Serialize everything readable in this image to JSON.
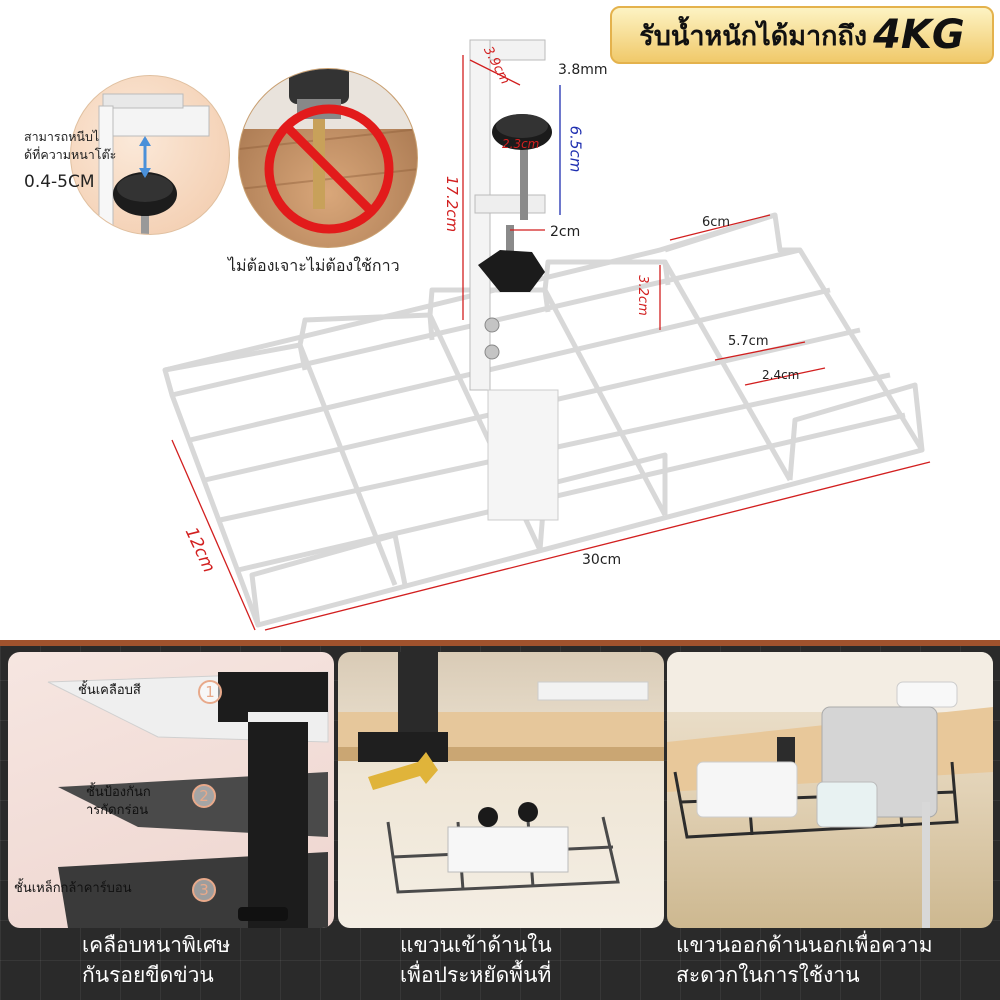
{
  "header": {
    "weight_text": "รับน้ำหนักได้มากถึง",
    "weight_value": "4KG"
  },
  "features": {
    "clamp_note": "สามารถหนีบไ\nด้ที่ความหนาโต๊ะ",
    "clamp_range": "0.4-5CM",
    "no_drill_note": "ไม่ต้องเจาะไม่ต้องใช้กาว"
  },
  "dimensions": {
    "bracket_top_depth": "3.9cm",
    "bracket_thickness": "3.8mm",
    "bracket_height": "17.2cm",
    "knob_diameter": "2.3cm",
    "knob_travel": "6.5cm",
    "bracket_gap": "2cm",
    "wire_spacing": "6cm",
    "side_height": "3.2cm",
    "inner_spacing": "5.7cm",
    "end_spacing": "2.4cm",
    "tray_width": "12cm",
    "tray_length": "30cm"
  },
  "panels": [
    {
      "layers": [
        {
          "num": "1",
          "label": "ชั้นเคลือบสี"
        },
        {
          "num": "2",
          "label": "ชั้นป้องกันก\nารกัดกร่อน"
        },
        {
          "num": "3",
          "label": "ชั้นเหล็กกล้าคาร์บอน"
        }
      ],
      "caption": "เคลือบหนาพิเศษ\nกันรอยขีดข่วน"
    },
    {
      "caption": "แขวนเข้าด้านใน\nเพื่อประหยัดพื้นที่"
    },
    {
      "caption": "แขวนออกด้านนอกเพื่อความ\nสะดวกในการใช้งาน"
    }
  ],
  "colors": {
    "dimension_red": "#d21f1f",
    "dimension_blue": "#1f2fb0",
    "badge_gold": "#f0c96a",
    "accent_brown": "#a0522d"
  }
}
